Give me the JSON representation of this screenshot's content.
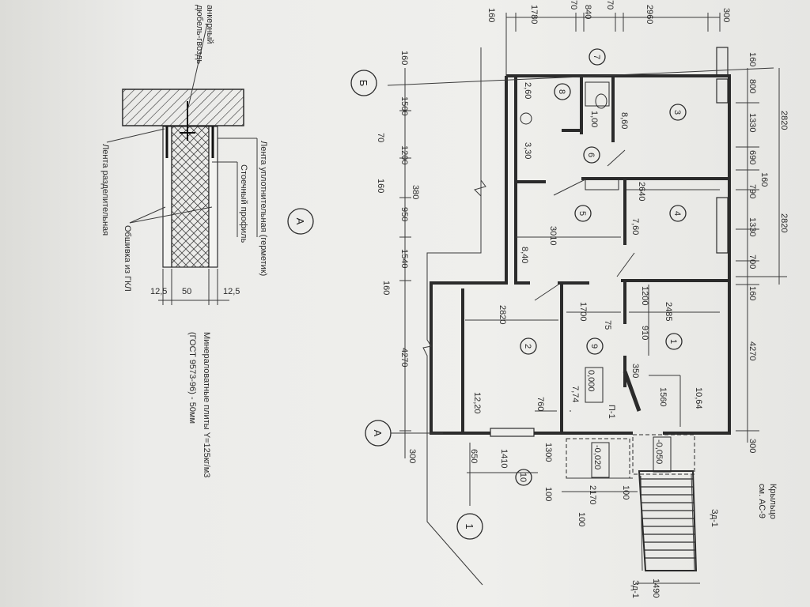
{
  "plan": {
    "top_dims": [
      "160",
      "1780",
      "70",
      "840",
      "70",
      "2960",
      "300"
    ],
    "right_dims_inner": [
      "160",
      "800",
      "1330",
      "690",
      "160",
      "790",
      "1330",
      "700",
      "160",
      "4270",
      "300"
    ],
    "right_dims_outer": [
      "2820",
      "2820"
    ],
    "left_dims": [
      "160",
      "1500",
      "70",
      "1200",
      "380",
      "160",
      "950",
      "1540",
      "160",
      "4270",
      "300"
    ],
    "bottom_dims": [
      "650",
      "1410",
      "1300",
      "100",
      "2170",
      "100",
      "100",
      "1490"
    ],
    "axes": {
      "b": "Б",
      "a": "А",
      "one": "1"
    },
    "inner_dims": [
      "2640",
      "3010",
      "2820",
      "1700",
      "2485",
      "1200",
      "910",
      "350",
      "1560",
      "760",
      "75"
    ],
    "rooms": [
      {
        "num": "1",
        "area": "10,64"
      },
      {
        "num": "2",
        "area": "12,20"
      },
      {
        "num": "3",
        "area": "8,60"
      },
      {
        "num": "4",
        "area": "7,60"
      },
      {
        "num": "5",
        "area": "8,40"
      },
      {
        "num": "6",
        "area": "3,30"
      },
      {
        "num": "7",
        "area": "1,00"
      },
      {
        "num": "8",
        "area": "2,60"
      },
      {
        "num": "9",
        "area": "7,74"
      },
      {
        "num": "10",
        "area": ""
      }
    ],
    "levels": [
      "0,000",
      "-0,020",
      "-0,050"
    ],
    "door_mark": "П-1",
    "porch": {
      "label1": "Крыльцо",
      "label2": "см. АС-9",
      "mark": "Зд-1",
      "mark2": "Зд-1"
    }
  },
  "detail": {
    "title": "А",
    "labels": {
      "anchor": "анкерный",
      "nail": "дюбель-гвоздь",
      "seal_tape": "Лента уплотнительная (герметик)",
      "rack_profile": "Стоечный профиль",
      "gkl": "Обшивка из ГКЛ",
      "sep_tape": "Лента разделительная",
      "mineral": "Минераловатные плиты  Y=125кг/м3",
      "gost": "(ГОСТ 9573-96) - 50мм"
    },
    "dims": [
      "12,5",
      "50",
      "12,5"
    ]
  }
}
